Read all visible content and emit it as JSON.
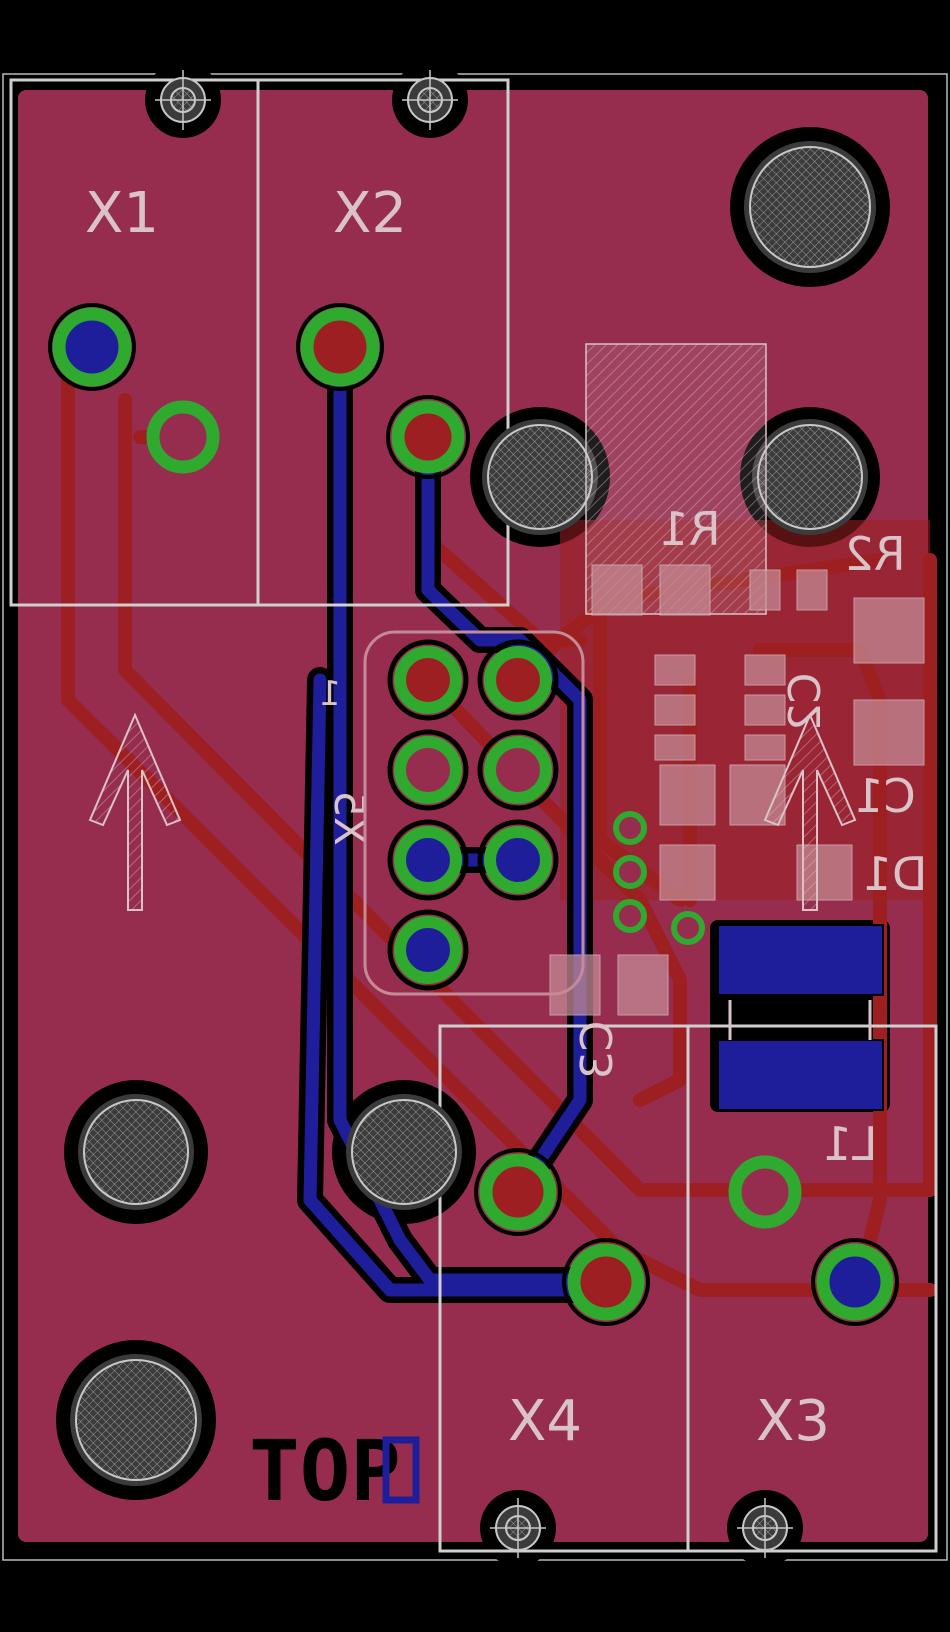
{
  "colors": {
    "background": "#000000",
    "board": "#962d4f",
    "trace_top": "#9e1f21",
    "trace_bottom": "#1e1e9a",
    "pad_ring": "#2faa2f",
    "silk": "#d9c3c8",
    "hole": "#3b3b3b"
  },
  "connectors": {
    "x1": "X1",
    "x2": "X2",
    "x3": "X3",
    "x4": "X4"
  },
  "components": {
    "r1": "R1",
    "r2": "R2",
    "c1": "C1",
    "c2": "C2",
    "c3": "C3",
    "d1": "D1",
    "l1": "L1",
    "ic": "X5",
    "ic_pin1": "1"
  },
  "layer_label": "TOP"
}
